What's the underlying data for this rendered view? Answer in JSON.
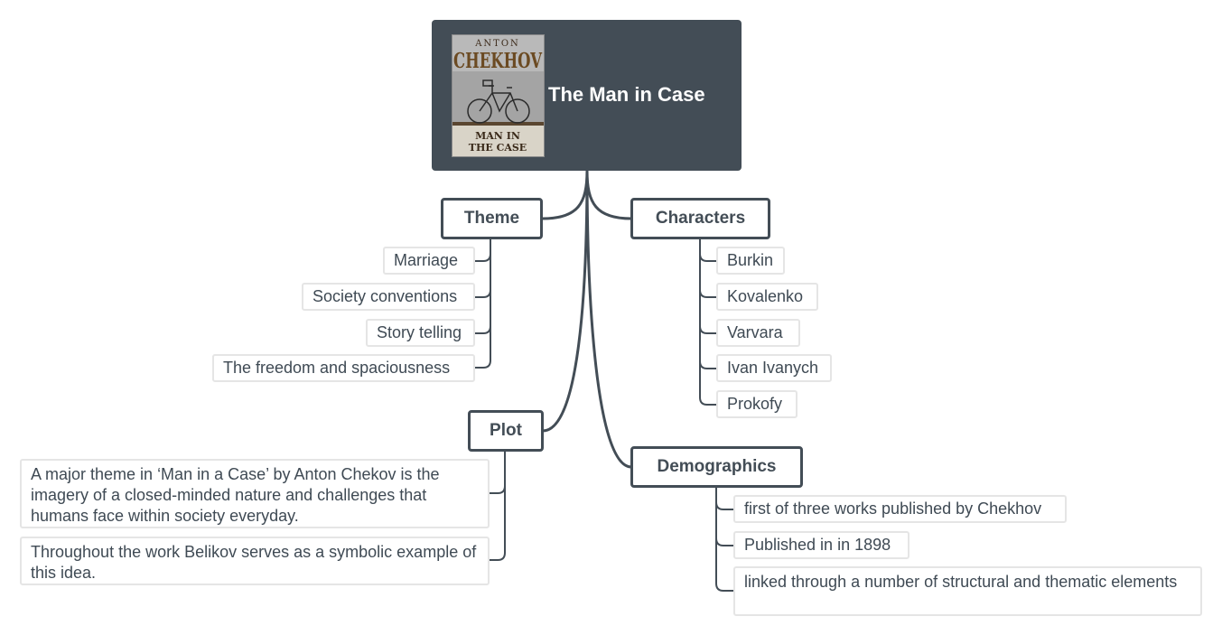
{
  "central": {
    "title": "The Man in Case",
    "cover": {
      "author_first": "ANTON",
      "author_last": "CHEKHOV",
      "book_title_line1": "MAN IN",
      "book_title_line2": "THE CASE"
    }
  },
  "topics": {
    "theme": {
      "label": "Theme",
      "items": [
        "Marriage",
        "Society conventions",
        "Story telling",
        "The freedom and spaciousness"
      ]
    },
    "characters": {
      "label": "Characters",
      "items": [
        "Burkin",
        "Kovalenko",
        "Varvara",
        "Ivan Ivanych",
        "Prokofy"
      ]
    },
    "plot": {
      "label": "Plot",
      "items": [
        "A major theme in ‘Man in a Case’ by Anton Chekov is the imagery of a closed-minded nature and challenges that humans face within society everyday.",
        "Throughout the work Belikov serves as a symbolic example of this idea."
      ]
    },
    "demographics": {
      "label": "Demographics",
      "items": [
        "first of three works published by Chekhov",
        "Published in in 1898",
        "linked through a number of structural and thematic elements"
      ]
    }
  },
  "colors": {
    "central_fill": "#434d56",
    "line": "#434d56",
    "subtopic_border": "#e5e5e5"
  }
}
